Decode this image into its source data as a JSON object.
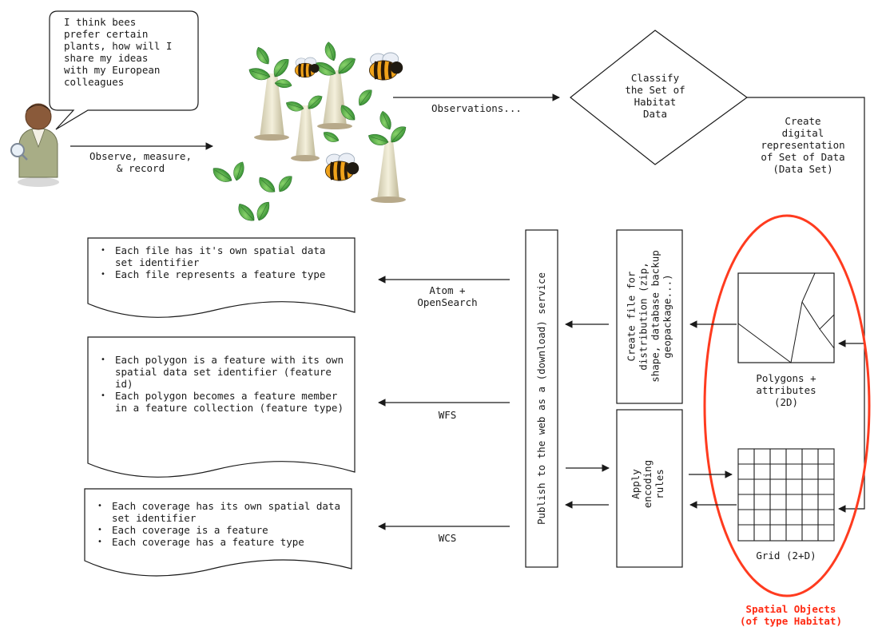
{
  "speech_bubble": {
    "lines": [
      "I think bees",
      "prefer certain",
      "plants, how will I",
      "share my ideas",
      "with my European",
      "colleagues"
    ]
  },
  "labels": {
    "observe": [
      "Observe, measure,",
      "& record"
    ],
    "observations": "Observations...",
    "classify": [
      "Classify",
      "the Set of",
      "Habitat",
      "Data"
    ],
    "create_digital": [
      "Create",
      "digital",
      "representation",
      "of Set of Data",
      "(Data Set)"
    ],
    "polygons": [
      "Polygons +",
      "attributes",
      "(2D)"
    ],
    "grid": "Grid (2+D)",
    "spatial_objects": [
      "Spatial Objects",
      "(of type Habitat)"
    ],
    "create_file": [
      "Create file for",
      "distribution (zip,",
      "shape, database backup",
      "geopackage...)"
    ],
    "apply_encoding": [
      "Apply",
      "encoding",
      "rules"
    ],
    "publish": "Publish to the web as a (download) service",
    "atom": [
      "Atom +",
      "OpenSearch"
    ],
    "wfs": "WFS",
    "wcs": "WCS"
  },
  "documents": [
    {
      "items": [
        "Each file has it's own spatial data set identifier",
        "Each file represents a feature type"
      ]
    },
    {
      "items": [
        "Each polygon is a feature with its own spatial data set identifier (feature id)",
        "Each polygon becomes a feature member in a feature collection (feature type)"
      ]
    },
    {
      "items": [
        "Each coverage has its own spatial data set identifier",
        "Each coverage is a feature",
        "Each coverage has a feature type"
      ]
    }
  ],
  "colors": {
    "line": "#1a1a1a",
    "highlight_ellipse": "#ff3b1f",
    "leaf": "#3aa23a",
    "trunk": "#e8e2c8",
    "bee_body": "#f0a21a"
  }
}
